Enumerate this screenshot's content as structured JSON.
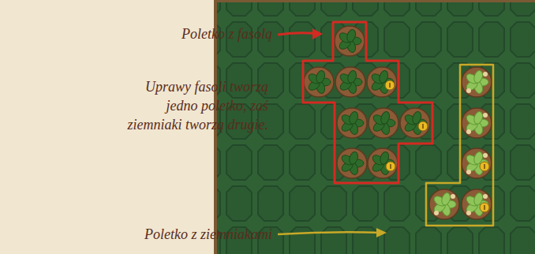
{
  "diagram": {
    "labels": [
      "Poletko z fasolą",
      "Uprawy fasoli tworzą jedno poletko, zaś ziemniaki tworzą drugie.",
      "Poletko z ziemniakami"
    ]
  }
}
